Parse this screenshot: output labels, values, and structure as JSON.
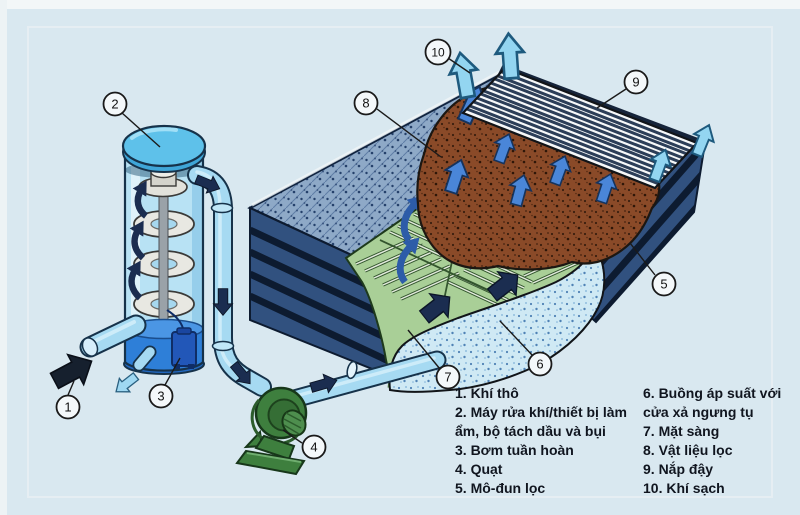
{
  "legend": {
    "column1": [
      "1. Khí thô",
      "2. Máy rửa khí/thiết bị làm ẩm, bộ tách dầu và bụi",
      "3. Bơm tuần hoàn",
      "4. Quạt",
      "5. Mô-đun lọc"
    ],
    "column2": [
      "6. Buồng áp suất với cửa xả ngưng tụ",
      "7. Mặt sàng",
      "8. Vật liệu lọc",
      "9. Nắp đậy",
      "10. Khí sạch"
    ]
  },
  "callouts": {
    "c1": "1",
    "c2": "2",
    "c3": "3",
    "c4": "4",
    "c5": "5",
    "c6": "6",
    "c7": "7",
    "c8": "8",
    "c9": "9",
    "c10": "10"
  },
  "colors": {
    "background": "#d9e8f0",
    "box_wall_navy": "#31517f",
    "wall_rib_dark": "#0d1b30",
    "filter_media_brown": "#8a4a28",
    "screen_deck_green": "#a9cf97",
    "plenum_pale_blue": "#cfe9f4",
    "top_band_blue_gray": "#8ea9c7",
    "water_blue": "#2e7fd8",
    "tower_body_blue": "#b8e2f4",
    "tower_cap_blue": "#5ec1ea",
    "fan_green": "#3e7f3e",
    "flow_arrow_blue": "#4a86d8",
    "clean_air_arrow_light_blue": "#93d5f1",
    "dark_arrow_navy": "#1b2d50",
    "legend_text": "#10151f"
  }
}
